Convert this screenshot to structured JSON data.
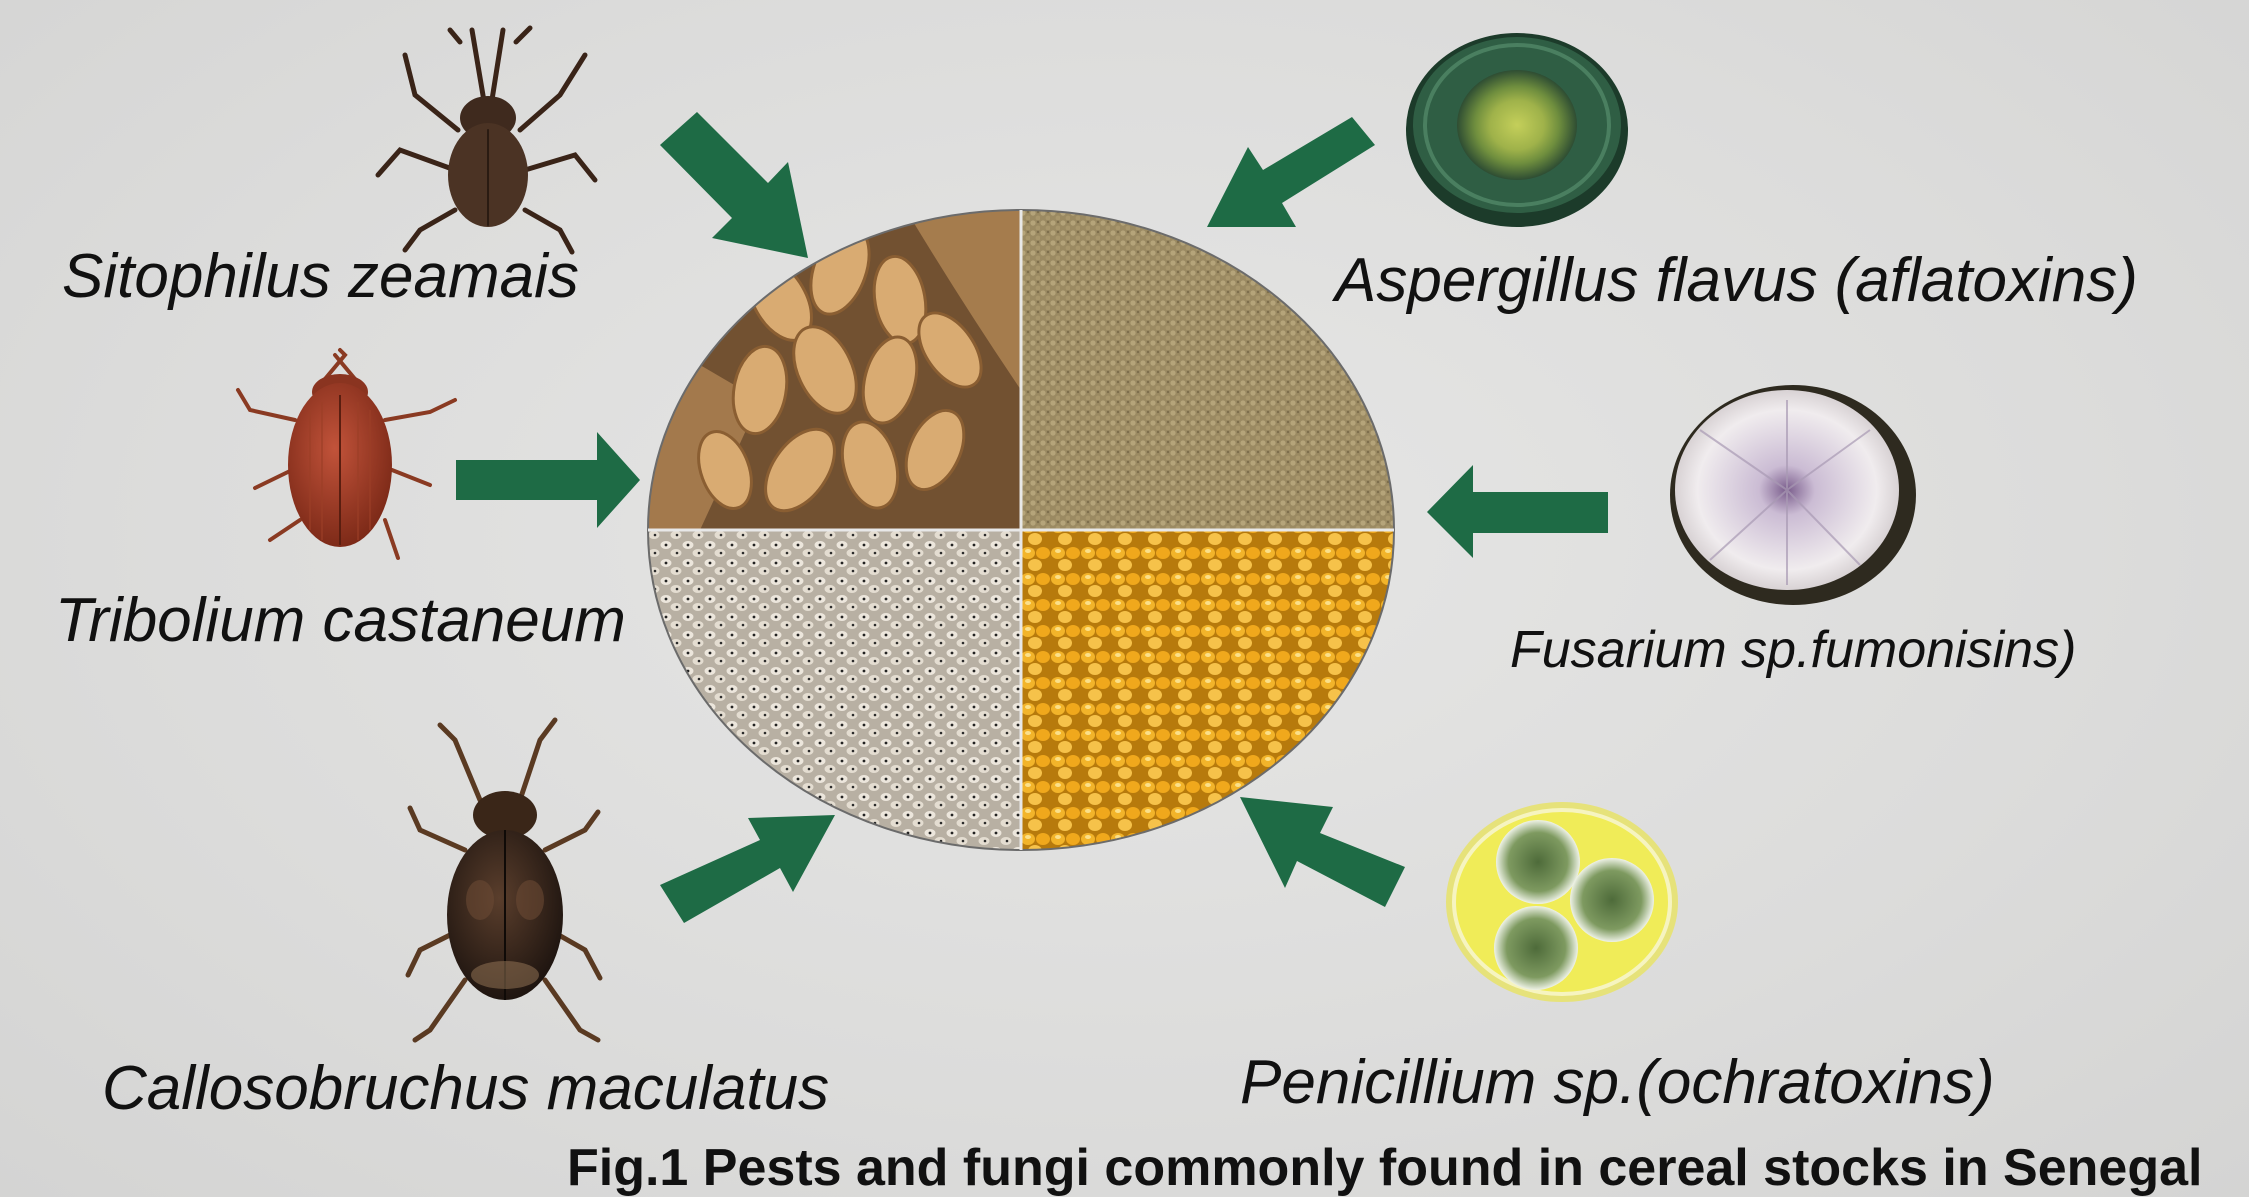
{
  "pests": [
    {
      "name": "Sitophilus zeamais",
      "icon": "weevil-icon"
    },
    {
      "name": "Tribolium castaneum",
      "icon": "beetle-icon"
    },
    {
      "name": "Callosobruchus maculatus",
      "icon": "bean-beetle-icon"
    }
  ],
  "fungi": [
    {
      "name": "Aspergillus flavus (aflatoxins)",
      "icon": "petri-dish-icon"
    },
    {
      "name": "Fusarium sp.fumonisins)",
      "icon": "petri-dish-icon"
    },
    {
      "name": "Penicillium sp.(ochratoxins)",
      "icon": "petri-dish-icon"
    }
  ],
  "grains": [
    "peanuts",
    "millet",
    "cowpea",
    "maize"
  ],
  "caption": "Fig.1 Pests and fungi commonly found in cereal stocks in Senegal",
  "colors": {
    "arrow": "#1e6b45",
    "background": "#dcdcdb"
  }
}
